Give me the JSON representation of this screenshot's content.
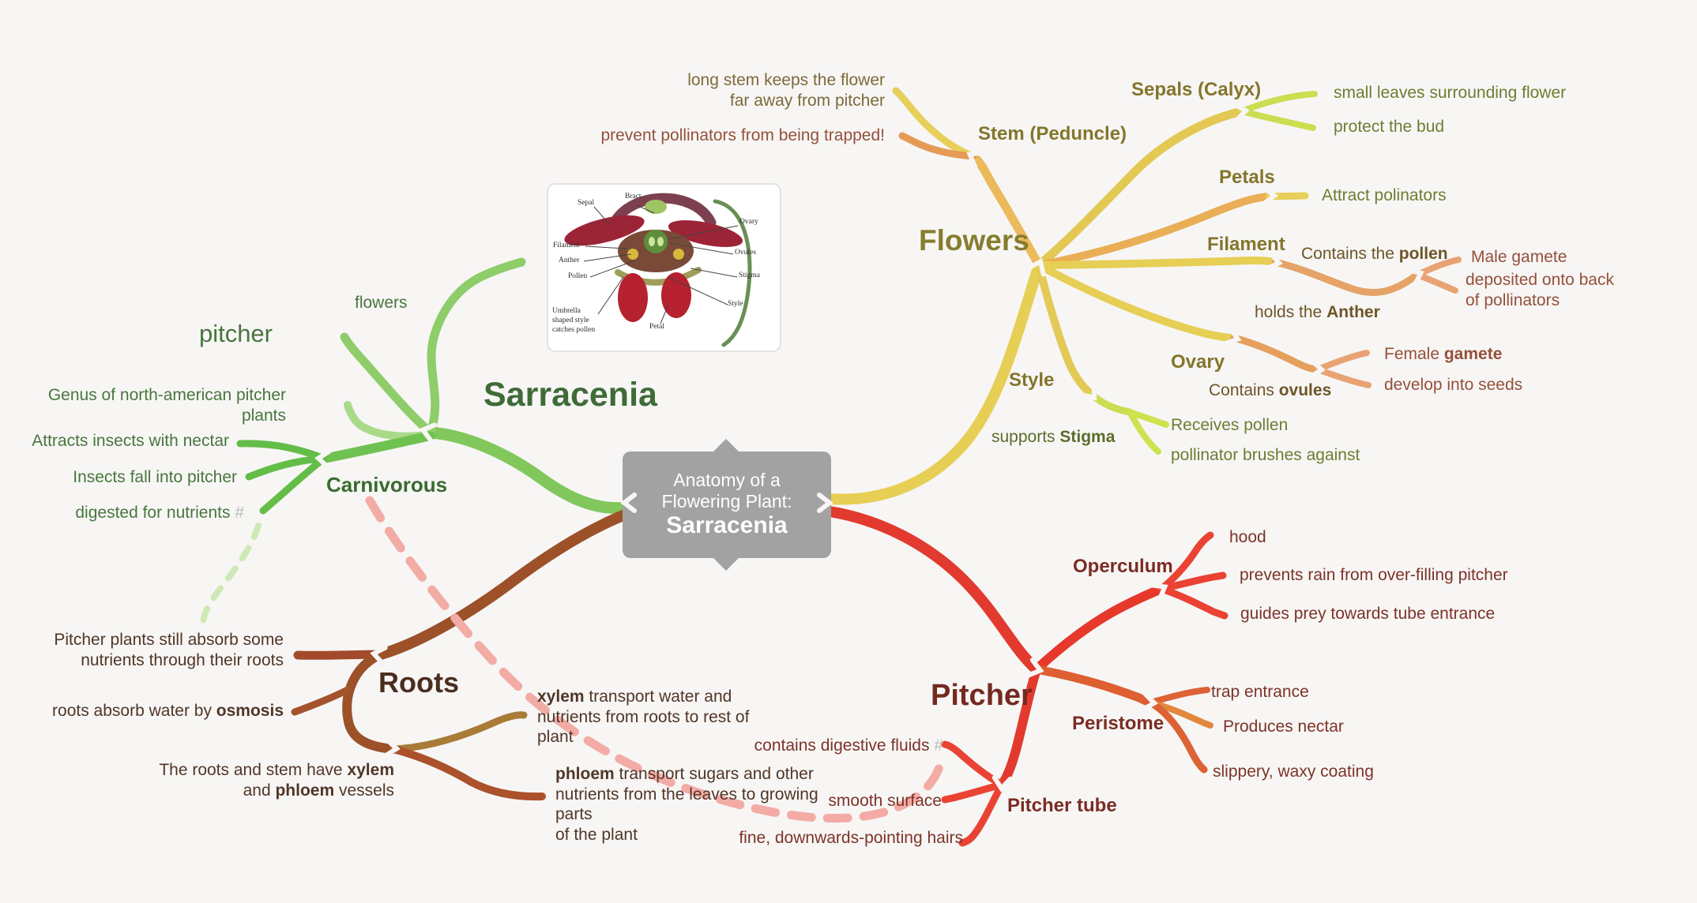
{
  "colors": {
    "background": "#f7f6f5",
    "center_node": "#a2a2a2",
    "branch_green": "#82c75c",
    "branch_green_light": "#a9da89",
    "branch_yellow": "#e7ce54",
    "branch_yellowgreen": "#cbdd50",
    "branch_orange": "#e5a368",
    "branch_red": "#e23a2e",
    "branch_orangered": "#de5f31",
    "branch_brown": "#9c5129",
    "dashed_pink": "#f3aba6",
    "dashed_lightgreen": "#cfe9b6"
  },
  "center": {
    "line1": "Anatomy of a",
    "line2": "Flowering Plant:",
    "line3": "Sarracenia"
  },
  "flowers": {
    "title": "Flowers",
    "stem": {
      "label": "Stem (Peduncle)",
      "long_stem": "long stem keeps the flower\nfar away from pitcher",
      "prevent": "prevent pollinators from being trapped!"
    },
    "sepals": {
      "label": "Sepals (Calyx)",
      "c1": "small leaves surrounding flower",
      "c2": "protect the bud"
    },
    "petals": {
      "label": "Petals",
      "c1": "Attract polinators"
    },
    "filament": {
      "label": "Filament",
      "contains": [
        {
          "t": "Contains the "
        },
        {
          "t": "pollen",
          "b": true
        }
      ],
      "holds": [
        {
          "t": "holds the "
        },
        {
          "t": "Anther",
          "b": true
        }
      ],
      "male": "Male gamete",
      "deposited": "deposited onto back\nof pollinators"
    },
    "ovary": {
      "label": "Ovary",
      "contains": [
        {
          "t": "Contains "
        },
        {
          "t": "ovules",
          "b": true
        }
      ],
      "female": [
        {
          "t": "Female "
        },
        {
          "t": "gamete",
          "b": true
        }
      ],
      "seeds": "develop into seeds"
    },
    "style": {
      "label": "Style",
      "supports": [
        {
          "t": "supports "
        },
        {
          "t": "Stigma",
          "b": true
        }
      ],
      "c1": "Receives pollen",
      "c2": "pollinator brushes against"
    }
  },
  "sarracenia": {
    "title": "Sarracenia",
    "flowers": "flowers",
    "pitcher": "pitcher",
    "genus": "Genus of north-american pitcher plants",
    "carnivorous": {
      "label": "Carnivorous",
      "c1": "Attracts insects with nectar",
      "c2": "Insects fall into pitcher",
      "c3": [
        {
          "t": "digested for nutrients "
        },
        {
          "t": "#",
          "m": true
        }
      ]
    }
  },
  "roots": {
    "title": "Roots",
    "absorb": "Pitcher plants still absorb some\nnutrients through their roots",
    "osmosis": [
      {
        "t": "roots absorb water by "
      },
      {
        "t": "osmosis",
        "b": true
      }
    ],
    "vessels": [
      {
        "t": "The roots and stem have "
      },
      {
        "t": "xylem",
        "b": true
      },
      {
        "t": "\nand "
      },
      {
        "t": "phloem",
        "b": true
      },
      {
        "t": " vessels"
      }
    ],
    "xylem": [
      {
        "t": "xylem",
        "b": true
      },
      {
        "t": " transport water and\nnutrients from roots to rest of\nplant"
      }
    ],
    "phloem": [
      {
        "t": "phloem",
        "b": true
      },
      {
        "t": " transport sugars and other\nnutrients from the leaves to growing\nparts\nof the plant"
      }
    ]
  },
  "pitcher": {
    "title": "Pitcher",
    "operculum": {
      "label": "Operculum",
      "c1": "hood",
      "c2": "prevents rain from over-filling pitcher",
      "c3": "guides prey towards tube entrance"
    },
    "peristome": {
      "label": "Peristome",
      "c1": "trap entrance",
      "c2": "Produces nectar",
      "c3": "slippery, waxy coating"
    },
    "tube": {
      "label": "Pitcher tube",
      "c1": [
        {
          "t": "contains digestive fluids "
        },
        {
          "t": "#",
          "m": true
        }
      ],
      "c2": "smooth surface",
      "c3": "fine, downwards-pointing hairs"
    }
  },
  "inset": {
    "labels": {
      "sepal": "Sepal",
      "bract": "Bract",
      "ovary": "Ovary",
      "filament": "Filament",
      "ovules": "Ovules",
      "anther": "Anther",
      "pollen": "Pollen",
      "stigma": "Stigma",
      "style": "Style",
      "umbrella": "Umbrella\nshaped style\ncatches pollen",
      "petal": "Petal"
    }
  }
}
